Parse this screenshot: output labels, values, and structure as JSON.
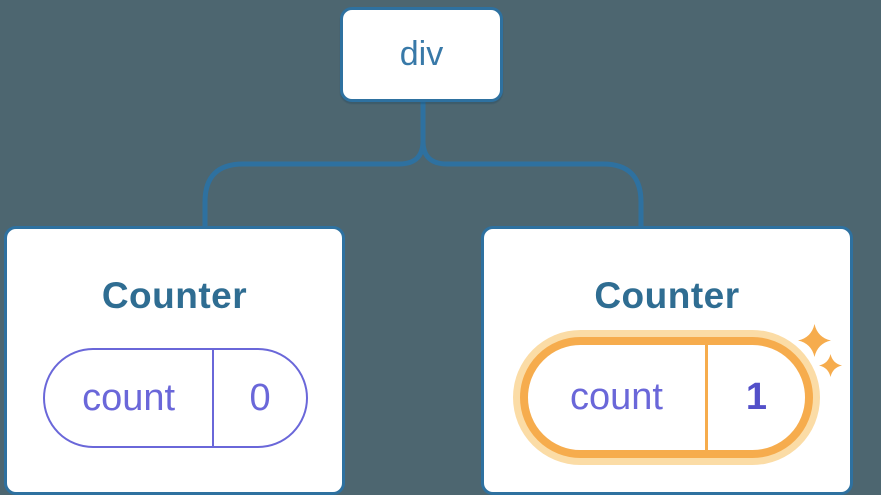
{
  "diagram": {
    "root": {
      "label": "div"
    },
    "counters": [
      {
        "title": "Counter",
        "state_name": "count",
        "state_value": "0",
        "highlighted": false
      },
      {
        "title": "Counter",
        "state_name": "count",
        "state_value": "1",
        "highlighted": true
      }
    ]
  },
  "icons": {
    "sparkle": "✦ four-point star, appears twice beside highlighted state pill"
  },
  "colors": {
    "background": "#4d6670",
    "line_blue": "#2e71a0",
    "root_text": "#3879a8",
    "title_text": "#2f6d92",
    "purple": "#6a67d9",
    "purple_bold": "#5350c9",
    "orange": "#f6ac4d",
    "orange_glow": "#fbdca6",
    "card_white": "#ffffff"
  }
}
